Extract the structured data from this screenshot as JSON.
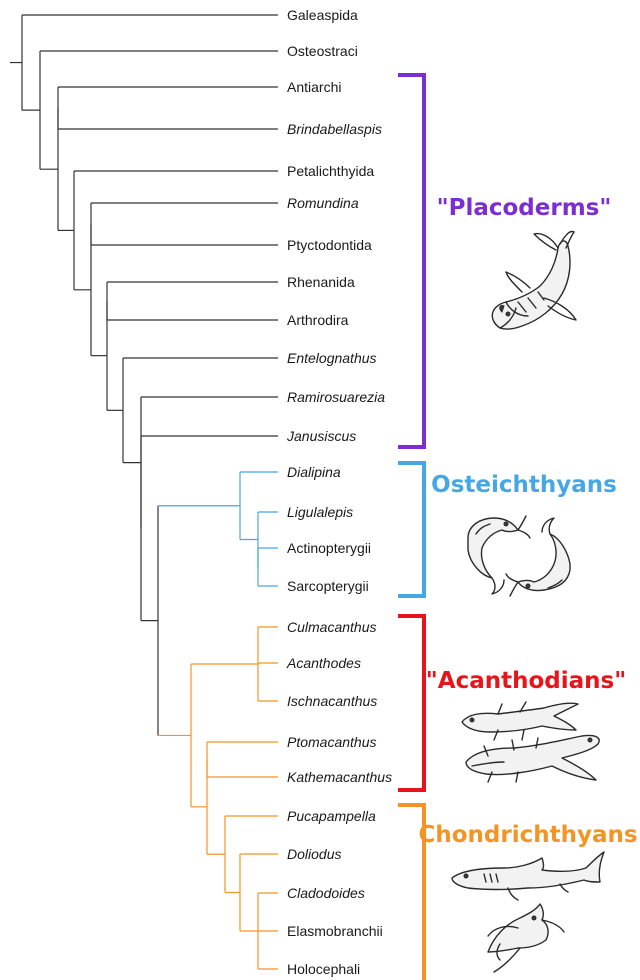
{
  "taxa": [
    {
      "name": "Galeaspida",
      "italic": false
    },
    {
      "name": "Osteostraci",
      "italic": false
    },
    {
      "name": "Antiarchi",
      "italic": false
    },
    {
      "name": "Brindabellaspis",
      "italic": true
    },
    {
      "name": "Petalichthyida",
      "italic": false
    },
    {
      "name": "Romundina",
      "italic": true
    },
    {
      "name": "Ptyctodontida",
      "italic": false
    },
    {
      "name": "Rhenanida",
      "italic": false
    },
    {
      "name": "Arthrodira",
      "italic": false
    },
    {
      "name": "Entelognathus",
      "italic": true
    },
    {
      "name": "Ramirosuarezia",
      "italic": true
    },
    {
      "name": "Janusiscus",
      "italic": true
    },
    {
      "name": "Dialipina",
      "italic": true
    },
    {
      "name": "Ligulalepis",
      "italic": true
    },
    {
      "name": "Actinopterygii",
      "italic": false
    },
    {
      "name": "Sarcopterygii",
      "italic": false
    },
    {
      "name": "Culmacanthus",
      "italic": true
    },
    {
      "name": "Acanthodes",
      "italic": true
    },
    {
      "name": "Ischnacanthus",
      "italic": true
    },
    {
      "name": "Ptomacanthus",
      "italic": true
    },
    {
      "name": "Kathemacanthus",
      "italic": true
    },
    {
      "name": "Pucapampella",
      "italic": true
    },
    {
      "name": "Doliodus",
      "italic": true
    },
    {
      "name": "Cladodoides",
      "italic": true
    },
    {
      "name": "Elasmobranchii",
      "italic": false
    },
    {
      "name": "Holocephali",
      "italic": false
    }
  ],
  "groups": [
    {
      "label": "\"Placoderms\"",
      "color": "#7b2fd1",
      "illustration": "placoderm-fish-icon"
    },
    {
      "label": "Osteichthyans",
      "color": "#45a7e3",
      "illustration": "bony-fish-pair-icon"
    },
    {
      "label": "\"Acanthodians\"",
      "color": "#e8141b",
      "illustration": "acanthodian-fish-icon"
    },
    {
      "label": "Chondrichthyans",
      "color": "#f39425",
      "illustration": "shark-and-ratfish-icon"
    }
  ],
  "colors": {
    "tree_default": "#333333",
    "tree_osteichthyan": "#45a7e3",
    "tree_chondrichthyan": "#f39425"
  }
}
